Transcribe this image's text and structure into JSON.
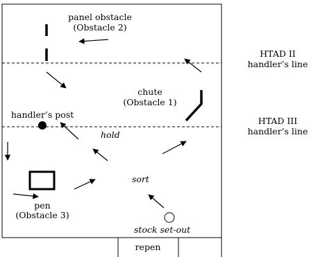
{
  "labels": {
    "panel_obstacle": "panel obstacle",
    "obstacle_2": "(Obstacle 2)",
    "chute": "chute",
    "obstacle_1": "(Obstacle 1)",
    "handlers_post": "handler’s post",
    "hold": "hold",
    "sort": "sort",
    "pen": "pen",
    "obstacle_3": "(Obstacle 3)",
    "stock_set_out": "stock set-out",
    "repen": "repen",
    "htad_ii": "HTAD II",
    "htad_ii_line": "handler’s line",
    "htad_iii": "HTAD III",
    "htad_iii_line": "handler’s line"
  }
}
